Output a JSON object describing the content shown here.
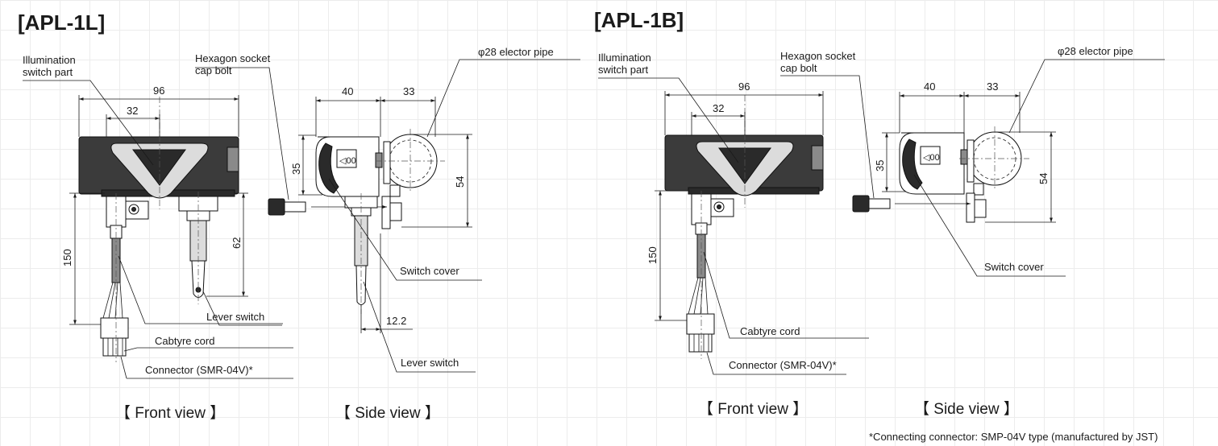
{
  "models": [
    {
      "title": "[APL-1L]",
      "labels": {
        "illumination_line1": "Illumination",
        "illumination_line2": "switch part",
        "hex_line1": "Hexagon socket",
        "hex_line2": "cap bolt",
        "pipe": "φ28 elector pipe",
        "switch_cover": "Switch cover",
        "lever_switch_front": "Lever switch",
        "lever_switch_side": "Lever switch",
        "cabtyre": "Cabtyre cord",
        "connector": "Connector (SMR-04V)*"
      },
      "dims": {
        "width_96": "96",
        "width_32": "32",
        "side_40": "40",
        "side_33": "33",
        "height_35": "35",
        "height_54": "54",
        "cord_150": "150",
        "lever_62": "62",
        "offset_12_2": "12.2"
      },
      "views": {
        "front": "【 Front view 】",
        "side": "【 Side view 】"
      }
    },
    {
      "title": "[APL-1B]",
      "labels": {
        "illumination_line1": "Illumination",
        "illumination_line2": "switch part",
        "hex_line1": "Hexagon socket",
        "hex_line2": "cap bolt",
        "pipe": "φ28 elector pipe",
        "switch_cover": "Switch cover",
        "cabtyre": "Cabtyre cord",
        "connector": "Connector (SMR-04V)*"
      },
      "dims": {
        "width_96": "96",
        "width_32": "32",
        "side_40": "40",
        "side_33": "33",
        "height_35": "35",
        "height_54": "54",
        "cord_150": "150"
      },
      "views": {
        "front": "【 Front view 】",
        "side": "【 Side view 】"
      }
    }
  ],
  "footnote": "*Connecting connector: SMP-04V type (manufactured by JST)"
}
